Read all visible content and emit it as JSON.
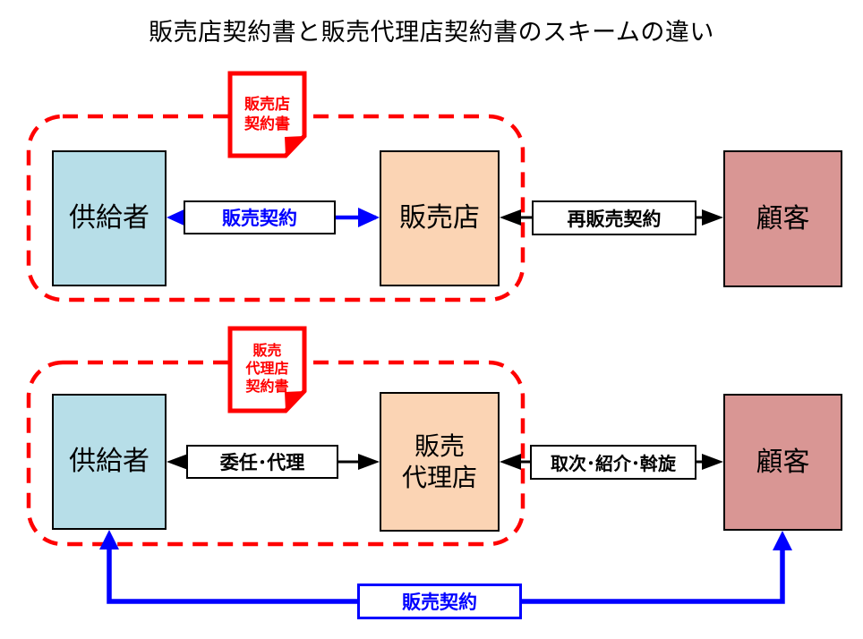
{
  "title": "販売店契約書と販売代理店契約書のスキームの違い",
  "colors": {
    "red": "#ff0000",
    "blue": "#0000ff",
    "supplier_fill": "#b7dee8",
    "dealer_fill": "#fbd4b4",
    "customer_fill": "#d99694",
    "outline": "#000000"
  },
  "scheme_top": {
    "note_lines": [
      "販売店",
      "契約書"
    ],
    "supplier_label": "供給者",
    "dealer_label": "販売店",
    "customer_label": "顧客",
    "sales_contract_label": "販売契約",
    "resale_contract_label": "再販売契約"
  },
  "scheme_bottom": {
    "note_lines": [
      "販売",
      "代理店",
      "契約書"
    ],
    "supplier_label": "供給者",
    "agent_lines": [
      "販売",
      "代理店"
    ],
    "customer_label": "顧客",
    "delegation_label": "委任･代理",
    "referral_label": "取次･紹介･斡旋",
    "direct_sales_contract_label": "販売契約"
  }
}
